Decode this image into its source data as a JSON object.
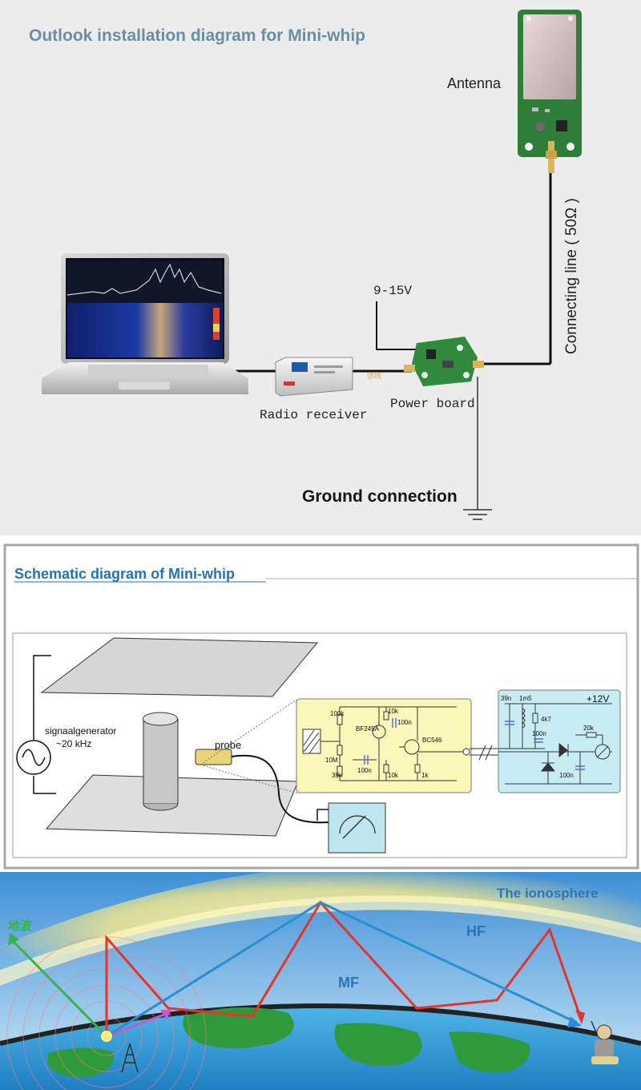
{
  "install": {
    "title": "Outlook installation diagram for Mini-whip",
    "antenna_label": "Antenna",
    "connecting_line_label": "Connecting line ( 50Ω )",
    "voltage_label": "9-15V",
    "power_board_label": "Power board",
    "radio_receiver_label": "Radio receiver",
    "ground_label": "Ground connection",
    "cable_tag": "馈线"
  },
  "schematic": {
    "title": "Schematic diagram of Mini-whip",
    "signal_generator_label": "signaalgenerator",
    "frequency_label": "~20 kHz",
    "probe_label": "probe",
    "components": {
      "r100k": "100k",
      "r10k_a": "10k",
      "c100n_a": "100n",
      "fet": "BF245A",
      "bjt": "BC546",
      "r10M": "10M",
      "c100n_b": "100n",
      "r39k": "39k",
      "r10k_b": "10k",
      "r1k": "1k",
      "c39n": "39n",
      "l1m5": "1m5",
      "r4k7": "4k7",
      "supply": "+12V",
      "c100n_c": "100n",
      "r20k": "20k",
      "c100n_d": "100n"
    }
  },
  "ionosphere": {
    "title": "The ionosphere",
    "hf_label": "HF",
    "mf_label": "MF",
    "ground_wave_label": "地波"
  }
}
